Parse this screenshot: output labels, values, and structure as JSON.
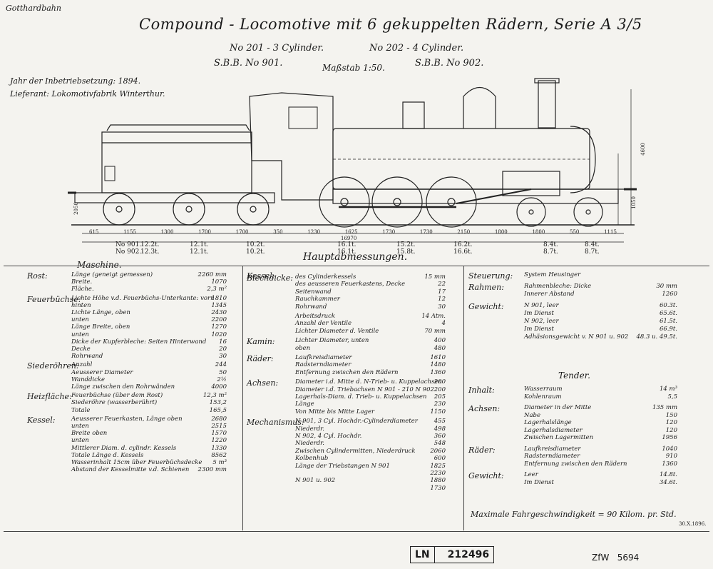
{
  "header": {
    "corner_label": "Gotthardbahn",
    "title": "Compound - Locomotive mit 6 gekuppelten Rädern, Serie A 3/5",
    "sub_left_number": "No 201 - 3 Cylinder.",
    "sub_right_number": "No 202 - 4 Cylinder.",
    "sbb_left": "S.B.B. No 901.",
    "scale": "Maßstab 1:50.",
    "sbb_right": "S.B.B. No 902.",
    "year": "Jahr der Inbetriebsetzung: 1894.",
    "supplier": "Lieferant: Lokomotivfabrik Winterthur."
  },
  "drawing": {
    "dimensions": [
      "615",
      "1155",
      "1300",
      "1700",
      "1700",
      "350",
      "1230",
      "1625",
      "1730",
      "1730",
      "2150",
      "1800",
      "1800",
      "550",
      "1115"
    ],
    "total_length": "16970",
    "height_label": "4600",
    "axle_heights": [
      "1050",
      "2050"
    ]
  },
  "axle_loads": {
    "labels": [
      "No 901.",
      "No 902."
    ],
    "columns": [
      {
        "a": "12.2t.",
        "b": "12.3t."
      },
      {
        "a": "12.1t.",
        "b": "12.1t."
      },
      {
        "a": "10.2t.",
        "b": "10.2t."
      },
      {
        "a": "16.1t.",
        "b": "16.1t."
      },
      {
        "a": "15.2t.",
        "b": "15.8t."
      },
      {
        "a": "16.2t.",
        "b": "16.6t."
      },
      {
        "a": "8.4t.",
        "b": "8.7t."
      },
      {
        "a": "8.4t.",
        "b": "8.7t."
      }
    ]
  },
  "main_heading": "Hauptabmessungen.",
  "left_column": {
    "heading": "Maschine.",
    "sections": [
      {
        "cat": "Rost:",
        "rows": [
          [
            "Länge (geneigt gemessen)",
            "2260 mm"
          ],
          [
            "Breite.",
            "1070"
          ],
          [
            "Fläche.",
            "2,3 m²"
          ]
        ]
      },
      {
        "cat": "Feuerbüchse:",
        "rows": [
          [
            "Lichte Höhe v.d. Feuerbüchs-Unterkante: vorn",
            "1810"
          ],
          [
            "hinten",
            "1345"
          ],
          [
            "Lichte Länge, oben",
            "2430"
          ],
          [
            "unten",
            "2200"
          ],
          [
            "Länge Breite, oben",
            "1270"
          ],
          [
            "unten",
            "1020"
          ],
          [
            "Dicke der Kupferbleche: Seiten Hinterwand",
            "16"
          ],
          [
            "Decke",
            "20"
          ],
          [
            "Rohrwand",
            "30"
          ]
        ]
      },
      {
        "cat": "Siederöhren:",
        "rows": [
          [
            "Anzahl",
            "244"
          ],
          [
            "Aeusserer Diameter",
            "50"
          ],
          [
            "Wanddicke",
            "2½"
          ],
          [
            "Länge zwischen den Rohrwänden",
            "4000"
          ]
        ]
      },
      {
        "cat": "Heizfläche:",
        "rows": [
          [
            "Feuerbüchse (über dem Rost)",
            "12,3 m²"
          ],
          [
            "Siederöhre (wasserberührt)",
            "153,2"
          ],
          [
            "Totale",
            "165,5"
          ]
        ]
      },
      {
        "cat": "Kessel:",
        "rows": [
          [
            "Aeusserer Feuerkasten, Länge oben",
            "2680"
          ],
          [
            "unten",
            "2515"
          ],
          [
            "Breite oben",
            "1570"
          ],
          [
            "unten",
            "1220"
          ],
          [
            "Mittlerer Diam. d. cylindr. Kessels",
            "1330"
          ],
          [
            "Totale Länge d. Kessels",
            "8562"
          ],
          [
            "Wasserinhalt 15cm über Feuerbüchsdecke",
            "5 m³"
          ],
          [
            "Abstand der Kesselmitte v.d. Schienen",
            "2300 mm"
          ]
        ]
      }
    ]
  },
  "middle_column": {
    "sections": [
      {
        "cat": "Kessel:",
        "rows": []
      },
      {
        "cat": "Blechdicke:",
        "rows": [
          [
            "des Cylinderkessels",
            "15 mm"
          ],
          [
            "des aeusseren Feuerkastens, Decke",
            "22"
          ],
          [
            "Seitenwand",
            "17"
          ],
          [
            "Rauchkammer",
            "12"
          ],
          [
            "Rohrwand",
            "30"
          ]
        ]
      },
      {
        "cat": "",
        "rows": [
          [
            "Arbeitsdruck",
            "14 Atm."
          ],
          [
            "Anzahl der Ventile",
            "4"
          ],
          [
            "Lichter Diameter d. Ventile",
            "70 mm"
          ]
        ]
      },
      {
        "cat": "Kamin:",
        "rows": [
          [
            "Lichter Diameter, unten",
            "400"
          ],
          [
            "oben",
            "480"
          ]
        ]
      },
      {
        "cat": "Räder:",
        "rows": [
          [
            "Laufkreisdiameter",
            "1610"
          ],
          [
            "Radsterndiameter",
            "1480"
          ],
          [
            "Entfernung zwischen den Rädern",
            "1360"
          ]
        ]
      },
      {
        "cat": "Achsen:",
        "rows": [
          [
            "Diameter i.d. Mitte d. N-Trieb- u. Kuppelachsen",
            "200"
          ],
          [
            "Diameter i.d. Triebachsen N 901 - 210 N 902",
            "200"
          ],
          [
            "Lagerhals-Diam. d. Trieb- u. Kuppelachsen",
            "205"
          ],
          [
            "Länge",
            "230"
          ],
          [
            "Von Mitte bis Mitte Lager",
            "1150"
          ]
        ]
      },
      {
        "cat": "Mechanismus:",
        "rows": [
          [
            "N 901, 3 Cyl. Hochdr.-Cylinderdiameter",
            "455"
          ],
          [
            "Niederdr.",
            "498"
          ],
          [
            "N 902, 4 Cyl. Hochdr.",
            "360"
          ],
          [
            "Niederdr.",
            "548"
          ],
          [
            "Zwischen Cylindermitten, Niederdruck",
            "2060"
          ],
          [
            "Kolbenhub",
            "600"
          ],
          [
            "Länge der Triebstangen N 901",
            "1825"
          ],
          [
            "",
            "2230"
          ],
          [
            "N 901 u. 902",
            "1880"
          ],
          [
            "",
            "1730"
          ]
        ]
      }
    ]
  },
  "right_column": {
    "sections": [
      {
        "cat": "Steuerung:",
        "rows": [
          [
            "System Heusinger",
            ""
          ]
        ]
      },
      {
        "cat": "Rahmen:",
        "rows": [
          [
            "Rahmenbleche: Dicke",
            "30 mm"
          ],
          [
            "Innerer Abstand",
            "1260"
          ]
        ]
      },
      {
        "cat": "Gewicht:",
        "rows": [
          [
            "N 901, leer",
            "60.3t."
          ],
          [
            "Im Dienst",
            "65.6t."
          ],
          [
            "N 902, leer",
            "61.5t."
          ],
          [
            "Im Dienst",
            "66.9t."
          ],
          [
            "Adhäsionsgewicht v. N 901 u. 902",
            "48.3 u. 49.5t."
          ]
        ]
      }
    ],
    "tender_heading": "Tender.",
    "tender_sections": [
      {
        "cat": "Inhalt:",
        "rows": [
          [
            "Wasserraum",
            "14 m³"
          ],
          [
            "Kohlenraum",
            "5,5"
          ]
        ]
      },
      {
        "cat": "Achsen:",
        "rows": [
          [
            "Diameter in der Mitte",
            "135 mm"
          ],
          [
            "Nabe",
            "150"
          ],
          [
            "Lagerhalslänge",
            "120"
          ],
          [
            "Lagerhalsdiameter",
            "120"
          ],
          [
            "Zwischen Lagermitten",
            "1956"
          ]
        ]
      },
      {
        "cat": "Räder:",
        "rows": [
          [
            "Laufkreisdiameter",
            "1040"
          ],
          [
            "Radsterndiameter",
            "910"
          ],
          [
            "Entfernung zwischen den Rädern",
            "1360"
          ]
        ]
      },
      {
        "cat": "Gewicht:",
        "rows": [
          [
            "Leer",
            "14.8t."
          ],
          [
            "Im Dienst",
            "34.6t."
          ]
        ]
      }
    ],
    "max_speed_label": "Maximale Fahrgeschwindigkeit = 90 Kilom. pr. Std."
  },
  "footer": {
    "date_note": "30.X.1896.",
    "stamp_prefix": "LN",
    "stamp_number": "212496",
    "zfw": "ZfW   5694"
  }
}
